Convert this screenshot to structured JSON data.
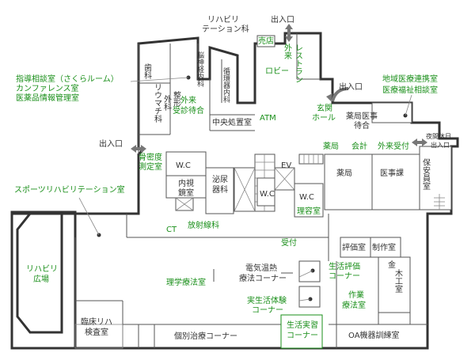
{
  "rooms": {
    "dental": "歯科",
    "ortho_rheum_1": "整形",
    "ortho_rheum_2": "外科",
    "ortho_rheum_3": "リウマチ科",
    "neuro": "脳神経内科",
    "circ": "循環器内科",
    "rehab_dept": "リハビリ\nテーション科",
    "shop": "売店",
    "restaurant": "レストラン",
    "outpatient_lobby": "外来",
    "lobby": "ロビー",
    "outpatient_wait": "外来\n受診待合",
    "atm": "ATM",
    "central_treatment": "中央処置室",
    "entrance_hall": "玄関\nホール",
    "medical_wait": "薬局医事\n待合",
    "regional": "地域医療連携室",
    "welfare": "医療福祉相談室",
    "guidance": "指導相談室（さくらルーム）",
    "conference": "カンファレンス室",
    "drug_info": "医薬品情報管理室",
    "bone_density": "骨密度\n測定室",
    "wc1": "W.C",
    "endoscopy": "内視\n鏡室",
    "urology": "泌尿\n器科",
    "ev": "EV",
    "wc2": "W.C",
    "wc3": "W.C",
    "beauty": "理容室",
    "pharmacy_label": "薬局",
    "cashier": "会計",
    "outpatient_reception": "外来受付",
    "pharmacy": "薬局",
    "medical_affairs": "医事課",
    "security": "保安員室",
    "night_entry": "夜間休日\n出入口",
    "sports_rehab": "スポーツリハビリテーション室",
    "ct": "CT",
    "radiology": "放射線科",
    "evaluation": "評価室",
    "production": "制作室",
    "reception": "受付",
    "electro": "電気温熱\n療法コーナー",
    "daily_eval": "生活評価\nコーナー",
    "carpentry": "木\n工\n室",
    "metal": "金",
    "physio": "理学療法室",
    "occupational": "作業\n療法室",
    "experience": "実生活体験\nコーナー",
    "rehab_plaza": "リハビリ\n広場",
    "clinical_exam": "臨床リハ\n検査室",
    "individual": "個別治療コーナー",
    "daily_practice": "生活実習\nコーナー",
    "oa_training": "OA機器訓練室"
  },
  "entrances": {
    "top": "出入口",
    "right": "出入口",
    "left": "出入口"
  }
}
